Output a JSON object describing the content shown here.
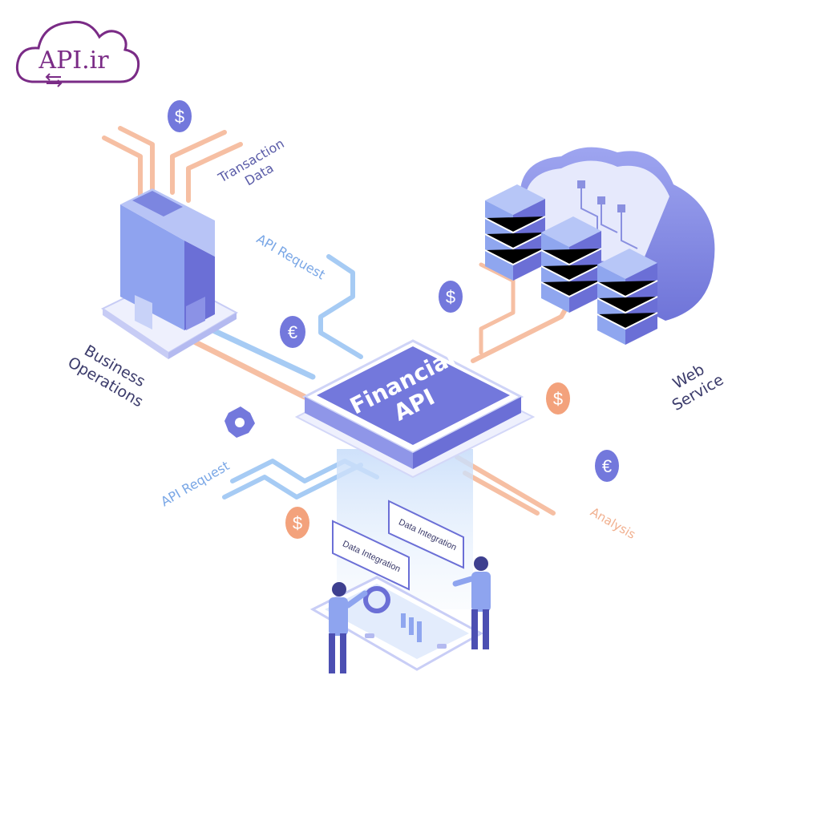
{
  "logo": {
    "text": "API.ir",
    "color": "#7a2b86"
  },
  "labels": {
    "center": "Financial API",
    "center_line1": "Financial",
    "center_line2": "API",
    "business_operations_1": "Business",
    "business_operations_2": "Operations",
    "web_service_1": "Web",
    "web_service_2": "Service",
    "transaction_data_1": "Transaction",
    "transaction_data_2": "Data",
    "api_request_top": "API Request",
    "api_request_left": "API Request",
    "analysis": "Analysis",
    "data_integration_left": "Data Integration",
    "data_integration_right": "Data Integration"
  },
  "icons": [
    "dollar-coin-icon",
    "euro-coin-icon",
    "gear-coin-icon",
    "cloud-icon",
    "server-rack-icon",
    "building-icon",
    "tablet-dashboard-icon",
    "person-icon",
    "logo-cloud-icon"
  ],
  "colors": {
    "purple": "#6b6fd6",
    "purple_light": "#a9b0f2",
    "purple_pale": "#dfe3fb",
    "blue_line": "#a6cbf4",
    "peach_line": "#f6bfa3",
    "dollar_orange": "#f3a27c",
    "label_dark": "#3b3b6b",
    "label_blue": "#7aa7e6",
    "label_orange": "#f1b08f"
  }
}
